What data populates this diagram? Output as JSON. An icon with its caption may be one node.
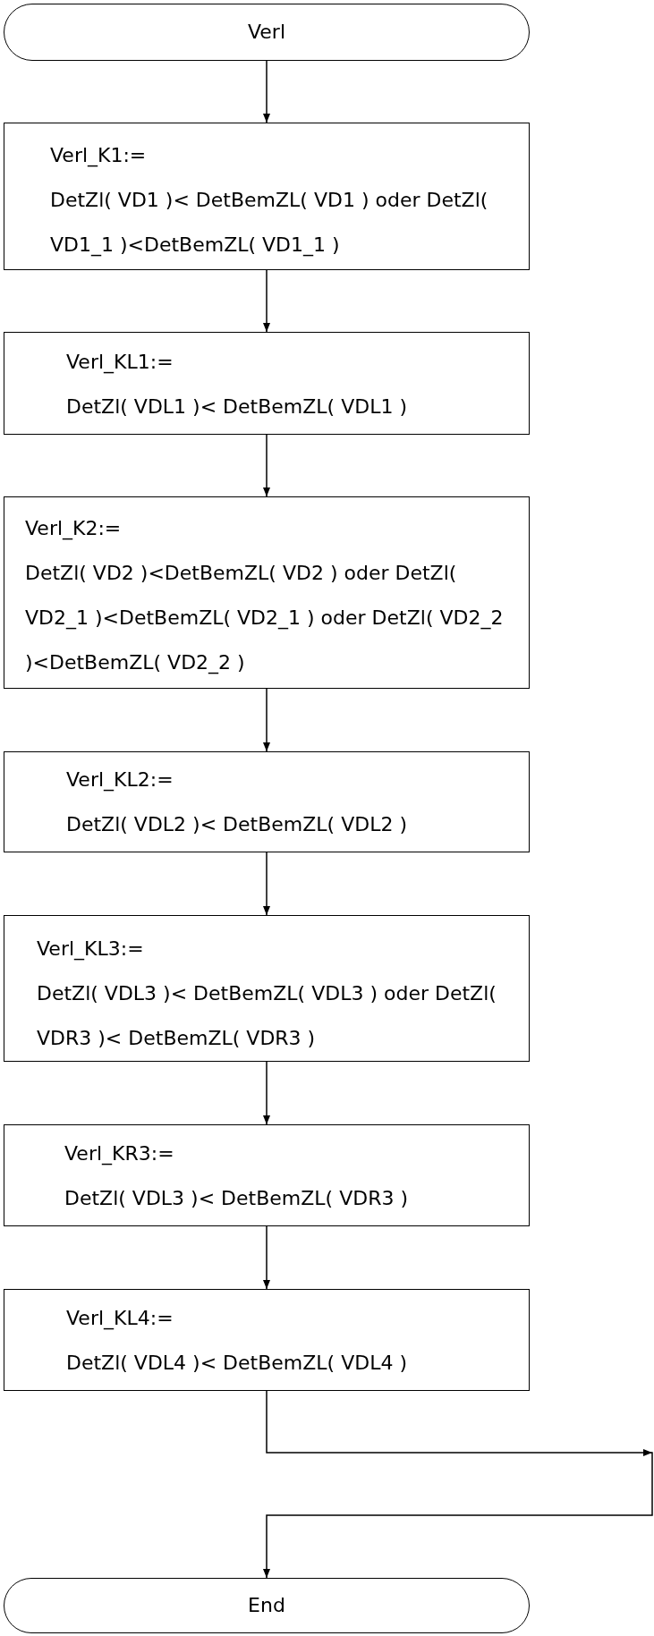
{
  "diagram": {
    "nodes": [
      {
        "text": [
          "Verl"
        ]
      },
      {
        "text": [
          "Verl_K1:=",
          "DetZl( VD1 )< DetBemZL( VD1 ) oder DetZl( VD1_1 )<DetBemZL( VD1_1 )"
        ]
      },
      {
        "text": [
          "Verl_KL1:=",
          "DetZl( VDL1 )< DetBemZL( VDL1 )"
        ]
      },
      {
        "text": [
          "Verl_K2:=",
          "DetZl( VD2 )<DetBemZL( VD2 ) oder DetZl( VD2_1 )<DetBemZL( VD2_1 ) oder DetZl( VD2_2 )<DetBemZL( VD2_2 )"
        ]
      },
      {
        "text": [
          "Verl_KL2:=",
          "DetZl( VDL2 )< DetBemZL( VDL2 )"
        ]
      },
      {
        "text": [
          "Verl_KL3:=",
          "DetZl( VDL3 )< DetBemZL( VDL3 ) oder DetZl( VDR3 )< DetBemZL( VDR3 )"
        ]
      },
      {
        "text": [
          "Verl_KR3:=",
          "DetZl( VDL3 )< DetBemZL( VDR3 )"
        ]
      },
      {
        "text": [
          "Verl_KL4:=",
          "DetZl( VDL4 )< DetBemZL( VDL4 )"
        ]
      },
      {
        "text": [
          "End"
        ]
      }
    ],
    "edges": [
      {
        "from": 0,
        "to": 1,
        "arrow": "to"
      },
      {
        "from": 1,
        "to": 2,
        "arrow": "to"
      },
      {
        "from": 2,
        "to": 3,
        "arrow": "to"
      },
      {
        "from": 3,
        "to": 4,
        "arrow": "to"
      },
      {
        "from": 4,
        "to": 5,
        "arrow": "to"
      },
      {
        "from": 5,
        "to": 6,
        "arrow": "to"
      },
      {
        "from": 6,
        "to": 7,
        "arrow": "to"
      },
      {
        "from": 7,
        "to": 8,
        "arrow": "to"
      }
    ]
  }
}
